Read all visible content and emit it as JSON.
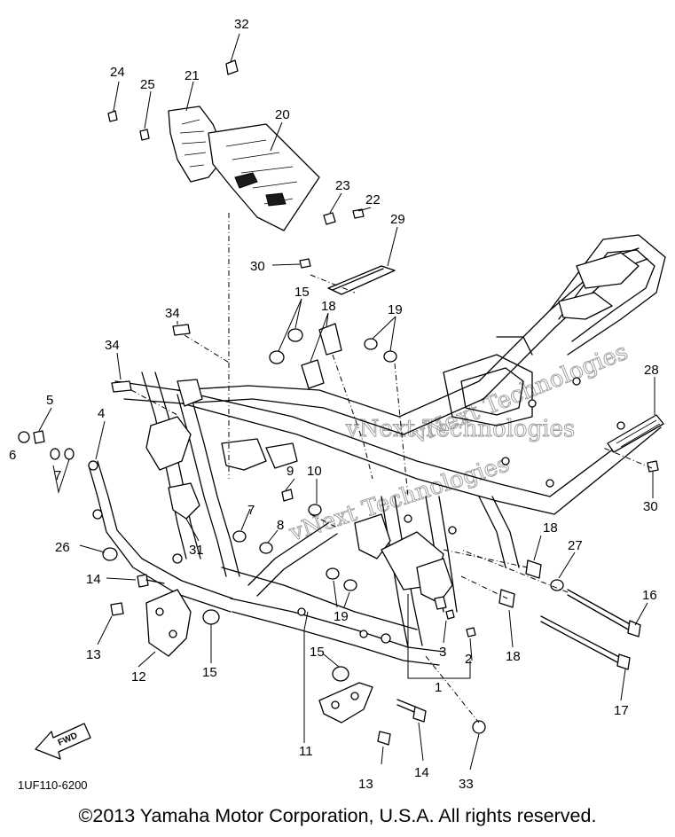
{
  "diagram": {
    "code": "1UF110-6200",
    "fwd_label": "FWD",
    "watermark": [
      "vNext Technologies",
      "vNext Technologies",
      "vNext Technologies"
    ],
    "copyright": "©2013 Yamaha Motor Corporation, U.S.A. All rights reserved.",
    "callouts": {
      "c1": "1",
      "c2": "2",
      "c3": "3",
      "c4": "4",
      "c5": "5",
      "c6": "6",
      "c7a": "7",
      "c7b": "7",
      "c8": "8",
      "c9": "9",
      "c10": "10",
      "c11": "11",
      "c12": "12",
      "c13a": "13",
      "c13b": "13",
      "c14a": "14",
      "c14b": "14",
      "c15a": "15",
      "c15b": "15",
      "c15c": "15",
      "c16": "16",
      "c17": "17",
      "c18a": "18",
      "c18b": "18",
      "c18c": "18",
      "c19a": "19",
      "c19b": "19",
      "c20": "20",
      "c21": "21",
      "c22": "22",
      "c23": "23",
      "c24": "24",
      "c25": "25",
      "c26": "26",
      "c27": "27",
      "c28": "28",
      "c29": "29",
      "c30a": "30",
      "c30b": "30",
      "c31": "31",
      "c32": "32",
      "c33": "33",
      "c34a": "34",
      "c34b": "34"
    }
  }
}
